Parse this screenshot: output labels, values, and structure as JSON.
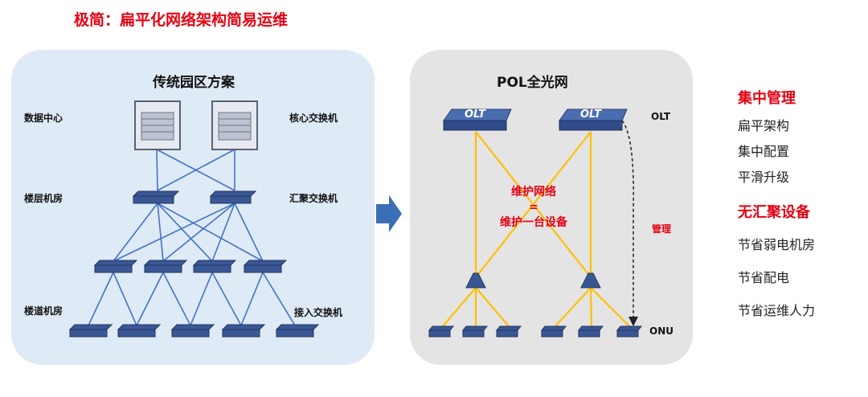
{
  "title": "极简：扁平化网络架构简易运维",
  "left_panel": {
    "title": "传统园区方案",
    "labels": {
      "data_center": "数据中心",
      "core_switch": "核心交换机",
      "floor_room": "楼层机房",
      "aggregation_switch": "汇聚交换机",
      "corridor_room": "楼道机房",
      "access_switch": "接入交换机"
    }
  },
  "right_panel": {
    "title": "POL全光网",
    "olt_label": "OLT",
    "onu_label": "ONU",
    "olt_device_text": "OLT",
    "manage_label": "管理",
    "center_note": {
      "line1": "维护网络",
      "line2": "=",
      "line3": "维护一台设备"
    }
  },
  "features": {
    "group1_title": "集中管理",
    "group1_items": [
      "扁平架构",
      "集中配置",
      "平滑升级"
    ],
    "group2_title": "无汇聚设备",
    "group2_items": [
      "节省弱电机房",
      "节省配电",
      "节省运维人力"
    ]
  },
  "colors": {
    "accent_red": "#e60012",
    "panel_blue": "#deeaf6",
    "panel_gray": "#e4e4e4",
    "line_blue": "#4472c4",
    "line_yellow": "#ffc000",
    "arrow_blue": "#3a6eb5",
    "device_navy": "#2f4b8a"
  }
}
